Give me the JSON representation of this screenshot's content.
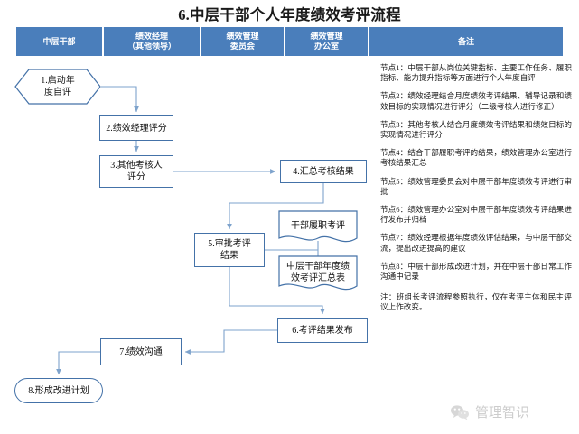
{
  "page": {
    "title": "6.中层干部个人年度绩效考评流程"
  },
  "header": {
    "columns": [
      {
        "line1": "中层干部",
        "line2": ""
      },
      {
        "line1": "绩效经理",
        "line2": "（其他领导）"
      },
      {
        "line1": "绩效管理",
        "line2": "委员会"
      },
      {
        "line1": "绩效管理",
        "line2": "办公室"
      },
      {
        "line1": "备注",
        "line2": ""
      }
    ]
  },
  "flow": {
    "nodes": [
      {
        "id": "node-1",
        "shape": "hexagon",
        "label": "1.启动年\n度自评",
        "column": "中层干部"
      },
      {
        "id": "node-2",
        "shape": "rect",
        "label": "2.绩效经理评分",
        "column": "绩效经理（其他领导）"
      },
      {
        "id": "node-3",
        "shape": "rect",
        "label": "3.其他考核人\n评分",
        "column": "绩效经理（其他领导）"
      },
      {
        "id": "node-4",
        "shape": "rect",
        "label": "4.汇总考核结果",
        "column": "绩效管理办公室"
      },
      {
        "id": "node-5",
        "shape": "rect",
        "label": "5.审批考评\n结果",
        "column": "绩效管理委员会"
      },
      {
        "id": "doc-1",
        "shape": "document",
        "label": "干部履职考评",
        "column": "绩效管理办公室"
      },
      {
        "id": "doc-2",
        "shape": "document",
        "label": "中层干部年度绩\n效考评汇总表",
        "column": "绩效管理办公室"
      },
      {
        "id": "node-6",
        "shape": "rect",
        "label": "6.考评结果发布",
        "column": "绩效管理办公室"
      },
      {
        "id": "node-7",
        "shape": "rect",
        "label": "7.绩效沟通",
        "column": "绩效经理（其他领导）"
      },
      {
        "id": "node-8",
        "shape": "stadium",
        "label": "8.形成改进计划",
        "column": "中层干部"
      }
    ]
  },
  "notes": {
    "items": [
      "节点1：中层干部从岗位关键指标、主要工作任务、履职指标、能力提升指标等方面进行个人年度自评",
      "节点2：绩效经理结合月度绩效考评结果、辅导记录和绩效目标的实现情况进行评分（二级考核人进行修正）",
      "节点3：其他考核人结合月度绩效考评结果和绩效目标的实现情况进行评分",
      "节点4：结合干部履职考评的结果，绩效管理办公室进行考核结果汇总",
      "节点5：绩效管理委员会对中层干部年度绩效考评进行审批",
      "节点6：绩效管理办公室对中层干部年度绩效考评结果进行发布并归档",
      "节点7：绩效经理根据年度绩效评估结果，与中层干部交流，提出改进提高的建议",
      "节点8：中层干部形成改进计划，并在中层干部日常工作沟通中记录"
    ],
    "final": "注：班组长考评流程参照执行，仅在考评主体和民主评议上作改变。"
  },
  "watermark": {
    "text": "管理智识",
    "icon": "wechat-icon"
  },
  "colors": {
    "header_band": "#4a7ebb",
    "node_border": "#4472a8",
    "connector": "#7ea3cc",
    "title_text": "#1a1a1a"
  }
}
